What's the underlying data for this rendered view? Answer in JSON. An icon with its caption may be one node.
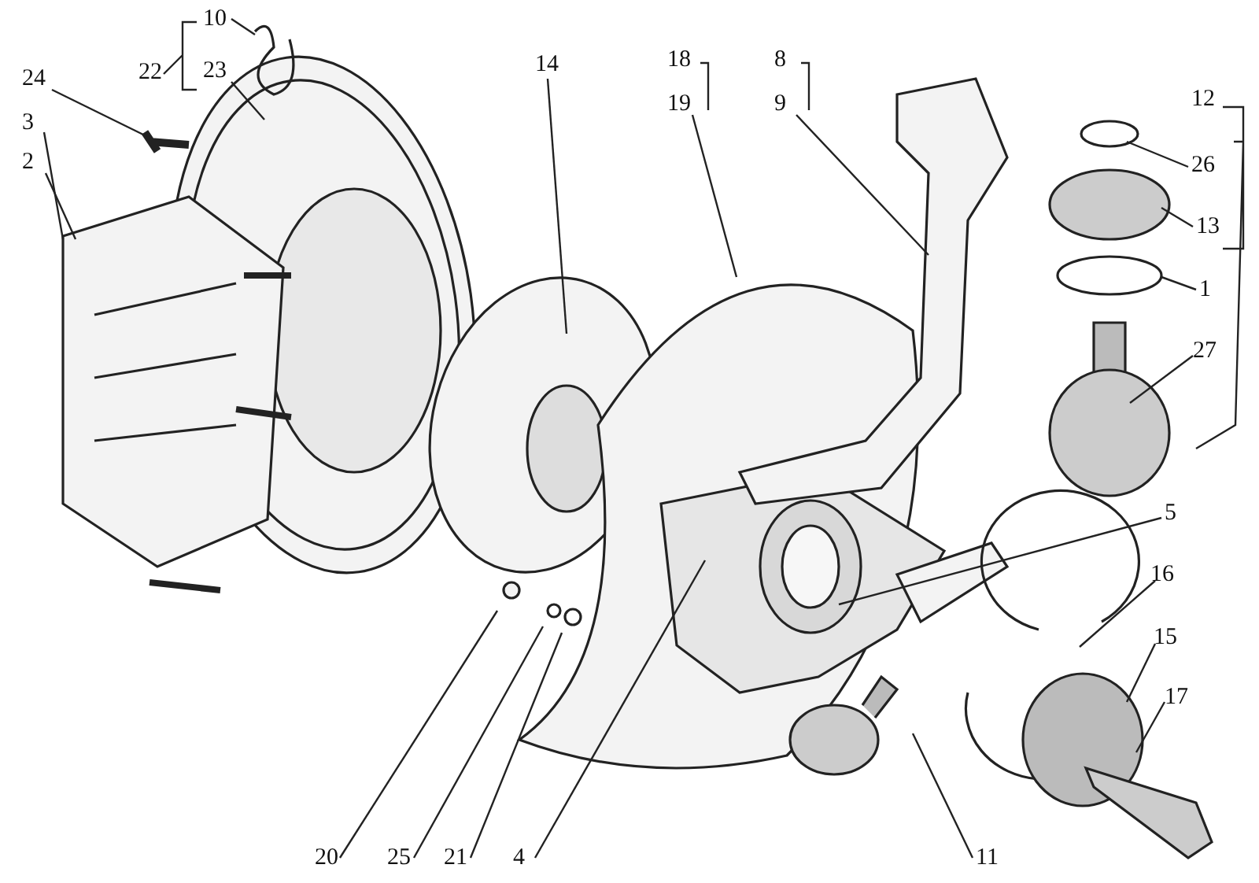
{
  "diagram": {
    "nodes": [
      {
        "text": [
          "10"
        ]
      },
      {
        "text": [
          "23"
        ]
      },
      {
        "text": [
          "24"
        ]
      },
      {
        "text": [
          "3"
        ]
      },
      {
        "text": [
          "2"
        ]
      },
      {
        "text": [
          "14"
        ]
      },
      {
        "text": [
          "19"
        ]
      },
      {
        "text": [
          "9"
        ]
      },
      {
        "text": [
          "26"
        ]
      },
      {
        "text": [
          "13"
        ]
      },
      {
        "text": [
          "1"
        ]
      },
      {
        "text": [
          "27"
        ]
      },
      {
        "text": [
          "5"
        ]
      },
      {
        "text": [
          "16"
        ]
      },
      {
        "text": [
          "15"
        ]
      },
      {
        "text": [
          "17"
        ]
      },
      {
        "text": [
          "20"
        ]
      },
      {
        "text": [
          "25"
        ]
      },
      {
        "text": [
          "21"
        ]
      },
      {
        "text": [
          "4"
        ]
      },
      {
        "text": [
          "11"
        ]
      }
    ],
    "edges": [
      {
        "from": 0,
        "to": null,
        "arrow": "none"
      },
      {
        "from": 1,
        "to": null,
        "arrow": "none"
      },
      {
        "from": 2,
        "to": null,
        "arrow": "none"
      },
      {
        "from": 3,
        "to": null,
        "arrow": "none"
      },
      {
        "from": 4,
        "to": null,
        "arrow": "none"
      },
      {
        "from": 5,
        "to": null,
        "arrow": "none"
      },
      {
        "from": 6,
        "to": null,
        "arrow": "none"
      },
      {
        "from": 7,
        "to": null,
        "arrow": "none"
      },
      {
        "from": 8,
        "to": null,
        "arrow": "none"
      },
      {
        "from": 9,
        "to": null,
        "arrow": "none"
      },
      {
        "from": 10,
        "to": null,
        "arrow": "none"
      },
      {
        "from": 11,
        "to": null,
        "arrow": "none"
      },
      {
        "from": 12,
        "to": null,
        "arrow": "none"
      },
      {
        "from": 13,
        "to": null,
        "arrow": "none"
      },
      {
        "from": 14,
        "to": null,
        "arrow": "none"
      },
      {
        "from": 15,
        "to": null,
        "arrow": "none"
      },
      {
        "from": 16,
        "to": null,
        "arrow": "none"
      },
      {
        "from": 17,
        "to": null,
        "arrow": "none"
      },
      {
        "from": 18,
        "to": null,
        "arrow": "none"
      },
      {
        "from": 19,
        "to": null,
        "arrow": "none"
      },
      {
        "from": 20,
        "to": null,
        "arrow": "none"
      }
    ],
    "labels": [
      "22",
      "18",
      "8",
      "12"
    ]
  }
}
